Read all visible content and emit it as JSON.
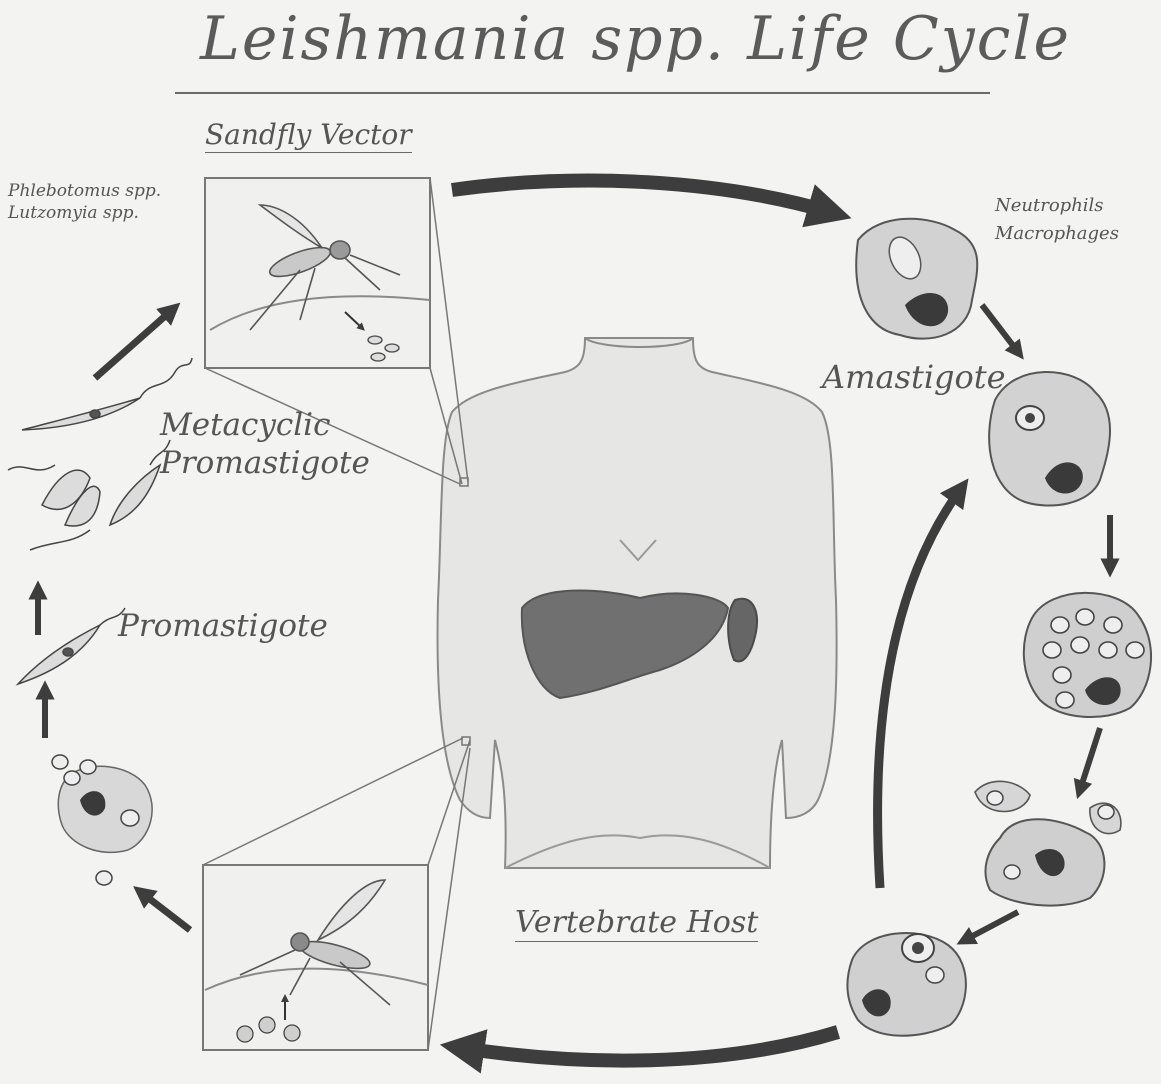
{
  "title": "Leishmania spp. Life Cycle",
  "labels": {
    "sandfly_vector": "Sandfly Vector",
    "vertebrate_host": "Vertebrate Host",
    "species_1": "Phlebotomus spp.",
    "species_2": "Lutzomyia spp.",
    "neutrophils": "Neutrophils",
    "macrophages": "Macrophages",
    "amastigote": "Amastigote",
    "metacyclic_line1": "Metacyclic",
    "metacyclic_line2": "Promastigote",
    "promastigote": "Promastigote"
  },
  "colors": {
    "background": "#f3f3f1",
    "pencil": "#4a4a4a",
    "cell_fill": "#d2d2d2",
    "nucleus": "#3a3a3a",
    "liver": "#6e6e6e",
    "arrow": "#3d3d3d"
  }
}
